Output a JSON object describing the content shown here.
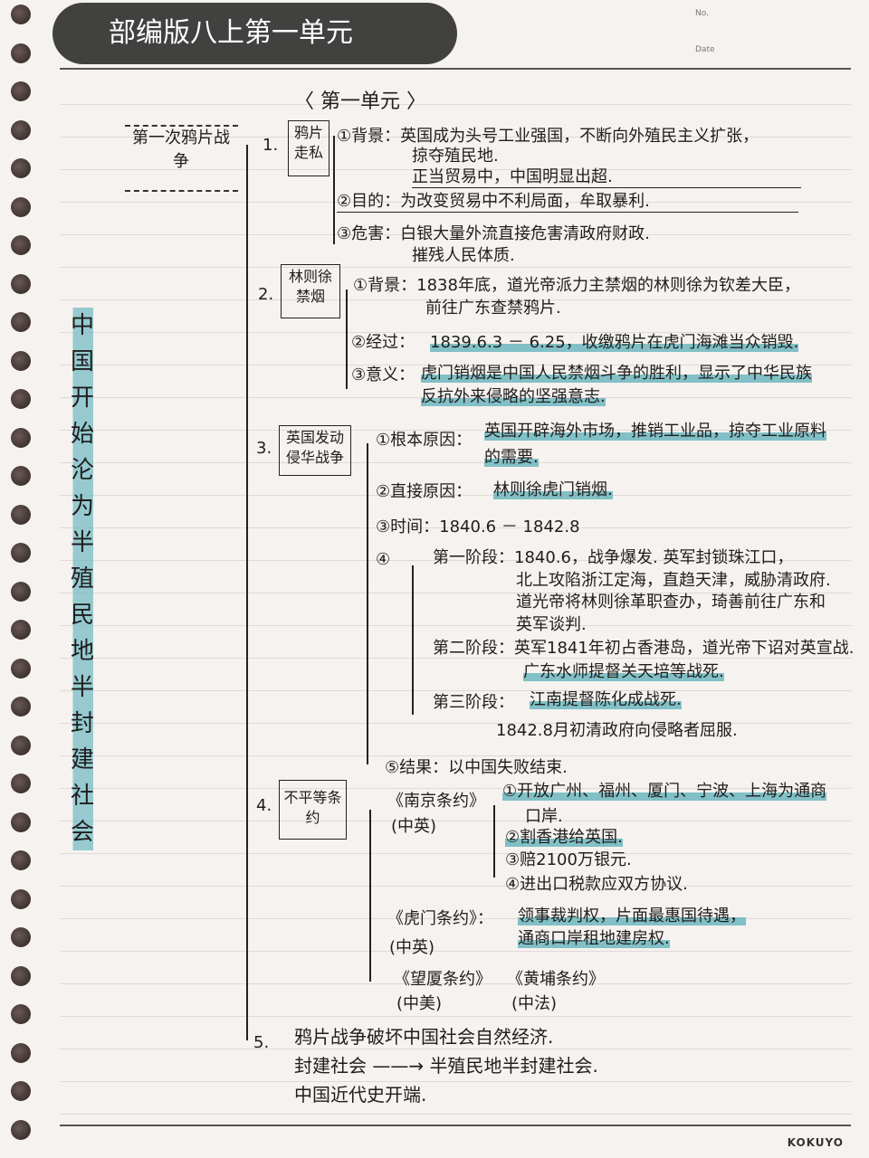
{
  "notebook": {
    "no_label": "No.",
    "date_label": "Date",
    "brand": "KOKUYO"
  },
  "title": "〈 第一单元 〉",
  "side_topic": "第一次鸦片战争",
  "vertical_theme": "中国开始沦为半殖民地半封建社会",
  "overlay_label": "部编版八上第一单元",
  "highlight_color": "#5aafb9",
  "sections": [
    {
      "num": "1.",
      "box": "鸦片走私",
      "lines": [
        "①背景：英国成为头号工业强国，不断向外殖民主义扩张，",
        "掠夺殖民地.",
        "正当贸易中，中国明显出超.",
        "②目的：为改变贸易中不利局面，牟取暴利.",
        "③危害：白银大量外流直接危害清政府财政.",
        "摧残人民体质."
      ]
    },
    {
      "num": "2.",
      "box": "林则徐禁烟",
      "lines": [
        "①背景：1838年底，道光帝派力主禁烟的林则徐为钦差大臣，",
        "前往广东查禁鸦片.",
        "②经过：",
        "1839.6.3 － 6.25，收缴鸦片在虎门海滩当众销毁.",
        "③意义：",
        "虎门销烟是中国人民禁烟斗争的胜利，显示了中华民族",
        "反抗外来侵略的坚强意志."
      ]
    },
    {
      "num": "3.",
      "box": "英国发动侵华战争",
      "lines": [
        "①根本原因：",
        "英国开辟海外市场，推销工业品，掠夺工业原料",
        "的需要.",
        "②直接原因：",
        "林则徐虎门销烟.",
        "③时间：1840.6 － 1842.8",
        "④",
        "第一阶段：1840.6，战争爆发. 英军封锁珠江口，",
        "北上攻陷浙江定海，直趋天津，威胁清政府.",
        "道光帝将林则徐革职查办，琦善前往广东和",
        "英军谈判.",
        "第二阶段：英军1841年初占香港岛，道光帝下诏对英宣战.",
        "广东水师提督关天培等战死.",
        "第三阶段：",
        "江南提督陈化成战死.",
        "1842.8月初清政府向侵略者屈服.",
        "⑤结果：以中国失败结束."
      ]
    },
    {
      "num": "4.",
      "box": "不平等条约",
      "lines": [
        "《南京条约》",
        "(中英)",
        "①开放广州、福州、厦门、宁波、上海为通商",
        "口岸.",
        "②割香港给英国.",
        "③赔2100万银元.",
        "④进出口税款应双方协议.",
        "《虎门条约》：",
        "(中英)",
        "领事裁判权，片面最惠国待遇，",
        "通商口岸租地建房权.",
        "《望厦条约》",
        "(中美)",
        "《黄埔条约》",
        "(中法)"
      ]
    },
    {
      "num": "5.",
      "lines": [
        "鸦片战争破坏中国社会自然经济.",
        "封建社会 ——→ 半殖民地半封建社会.",
        "中国近代史开端."
      ]
    }
  ]
}
